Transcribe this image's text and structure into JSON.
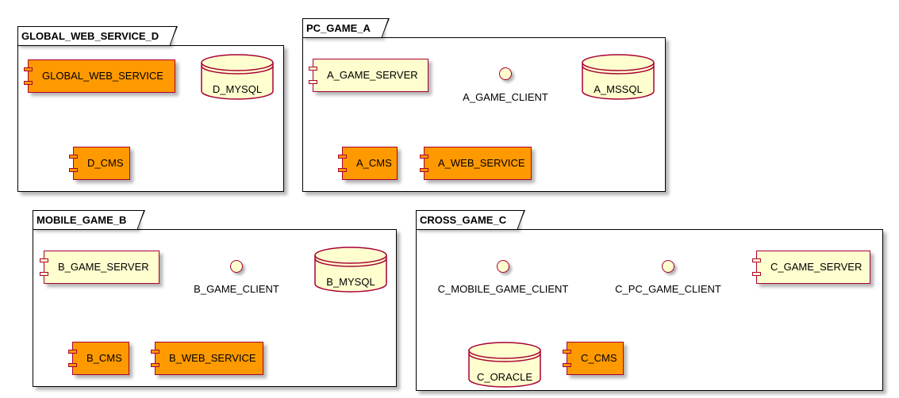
{
  "colors": {
    "orange_fill": "#ff9900",
    "yellow_fill": "#fefece",
    "border": "#a80036"
  },
  "packages": {
    "global": {
      "title": "GLOBAL_WEB_SERVICE_D",
      "web_service": "GLOBAL_WEB_SERVICE",
      "db": "D_MYSQL",
      "cms": "D_CMS"
    },
    "pc": {
      "title": "PC_GAME_A",
      "server": "A_GAME_SERVER",
      "client": "A_GAME_CLIENT",
      "db": "A_MSSQL",
      "cms": "A_CMS",
      "web_service": "A_WEB_SERVICE"
    },
    "mobile": {
      "title": "MOBILE_GAME_B",
      "server": "B_GAME_SERVER",
      "client": "B_GAME_CLIENT",
      "db": "B_MYSQL",
      "cms": "B_CMS",
      "web_service": "B_WEB_SERVICE"
    },
    "cross": {
      "title": "CROSS_GAME_C",
      "mobile_client": "C_MOBILE_GAME_CLIENT",
      "pc_client": "C_PC_GAME_CLIENT",
      "server": "C_GAME_SERVER",
      "db": "C_ORACLE",
      "cms": "C_CMS"
    }
  }
}
